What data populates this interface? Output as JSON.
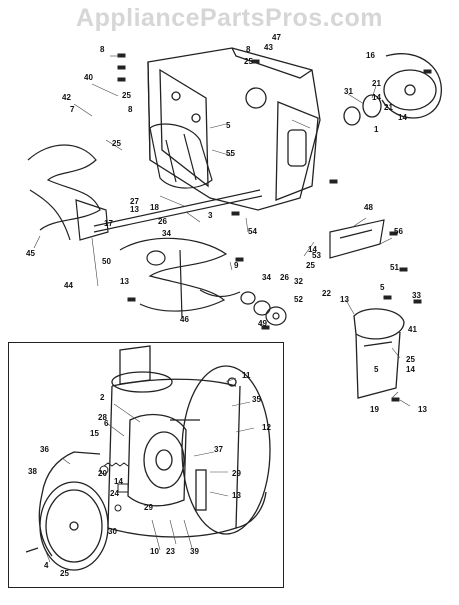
{
  "watermark": "AppliancePartsPros.com",
  "callouts": {
    "main": [
      "8",
      "40",
      "25",
      "42",
      "7",
      "8",
      "25",
      "45",
      "44",
      "27",
      "13",
      "18",
      "17",
      "50",
      "26",
      "34",
      "3",
      "55",
      "5",
      "8",
      "43",
      "47",
      "25",
      "16",
      "31",
      "21",
      "14",
      "21",
      "14",
      "1",
      "9",
      "14",
      "54",
      "53",
      "25",
      "48",
      "56",
      "51",
      "34",
      "26",
      "32",
      "52",
      "49",
      "46",
      "13",
      "22",
      "13",
      "5",
      "33",
      "41",
      "25",
      "14",
      "5",
      "19",
      "13"
    ],
    "inset": [
      "11",
      "2",
      "35",
      "28",
      "6",
      "12",
      "15",
      "37",
      "20",
      "29",
      "14",
      "24",
      "13",
      "36",
      "38",
      "29",
      "30",
      "10",
      "23",
      "39",
      "4",
      "25"
    ]
  }
}
